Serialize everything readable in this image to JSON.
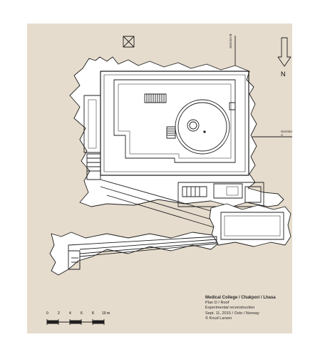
{
  "title_block": {
    "title": "Medical College / Chakpori / Lhasa",
    "line1": "Plan D / Roof",
    "line2": "Experimental reconstruction",
    "line3": "Sept. 11, 2015 / Oslo / Norway",
    "line4": "© Knud Larsen"
  },
  "scale_bar": {
    "labels": [
      "0",
      "2",
      "4",
      "6",
      "8",
      "10 m"
    ]
  },
  "north": {
    "label": "N"
  },
  "sections": {
    "a": "Section A",
    "b": "Section B"
  },
  "colors": {
    "paper": "#e6dccd",
    "rock": "#ffffff",
    "line": "#1e1e1e"
  }
}
